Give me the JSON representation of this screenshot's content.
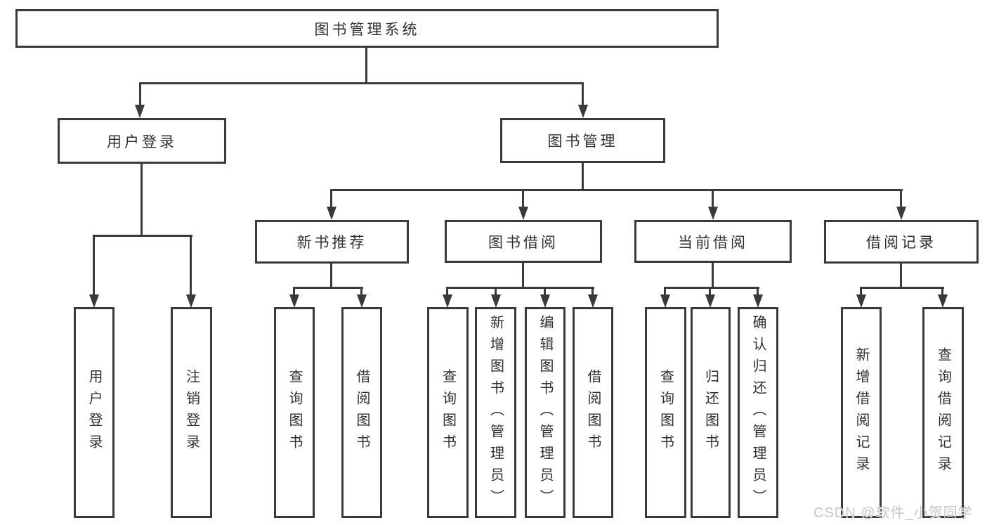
{
  "title": "图书管理系统",
  "tree": {
    "root": {
      "label": "图书管理系统"
    },
    "branches": [
      {
        "label": "用户登录",
        "children": [
          {
            "label": "用户登录"
          },
          {
            "label": "注销登录"
          }
        ]
      },
      {
        "label": "图书管理",
        "children": [
          {
            "label": "新书推荐",
            "children": [
              {
                "label": "查询图书"
              },
              {
                "label": "借阅图书"
              }
            ]
          },
          {
            "label": "图书借阅",
            "children": [
              {
                "label": "查询图书"
              },
              {
                "label": "新增图书（管理员）"
              },
              {
                "label": "编辑图书（管理员）"
              },
              {
                "label": "借阅图书"
              }
            ]
          },
          {
            "label": "当前借阅",
            "children": [
              {
                "label": "查询图书"
              },
              {
                "label": "归还图书"
              },
              {
                "label": "确认归还（管理员）"
              }
            ]
          },
          {
            "label": "借阅记录",
            "children": [
              {
                "label": "新增借阅记录"
              },
              {
                "label": "查询借阅记录"
              }
            ]
          }
        ]
      }
    ]
  },
  "watermark": "CSDN @软件_小贺同学",
  "colors": {
    "line": "#3a3a3a",
    "text": "#303030",
    "background": "#ffffff",
    "watermark": "#c6c6c6"
  }
}
